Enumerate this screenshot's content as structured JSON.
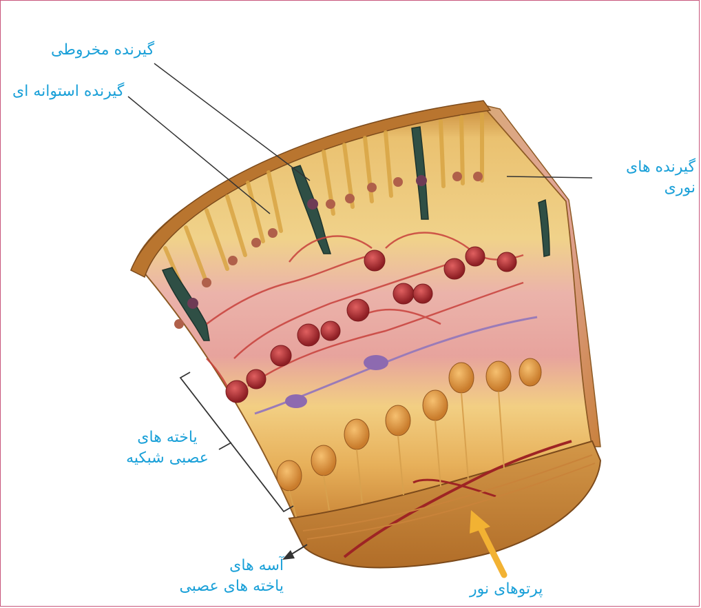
{
  "labels": {
    "cone": "گیرنده مخروطی",
    "rod": "گیرنده استوانه ای",
    "photoreceptors": [
      "گیرنده های",
      "نوری"
    ],
    "neurons": [
      "یاخته های",
      "عصبی شبکیه"
    ],
    "axons": [
      "آسه های",
      "یاخته های عصبی"
    ],
    "light": "پرتوهای نور"
  },
  "colors": {
    "label": "#1aa0d8",
    "frame": "#c7547a",
    "light_arrow": "#f2b233",
    "pointer_line": "#333333"
  },
  "icons": {
    "light_arrow": "arrow-up-right-icon",
    "axon_arrow": "arrow-down-left-icon"
  }
}
